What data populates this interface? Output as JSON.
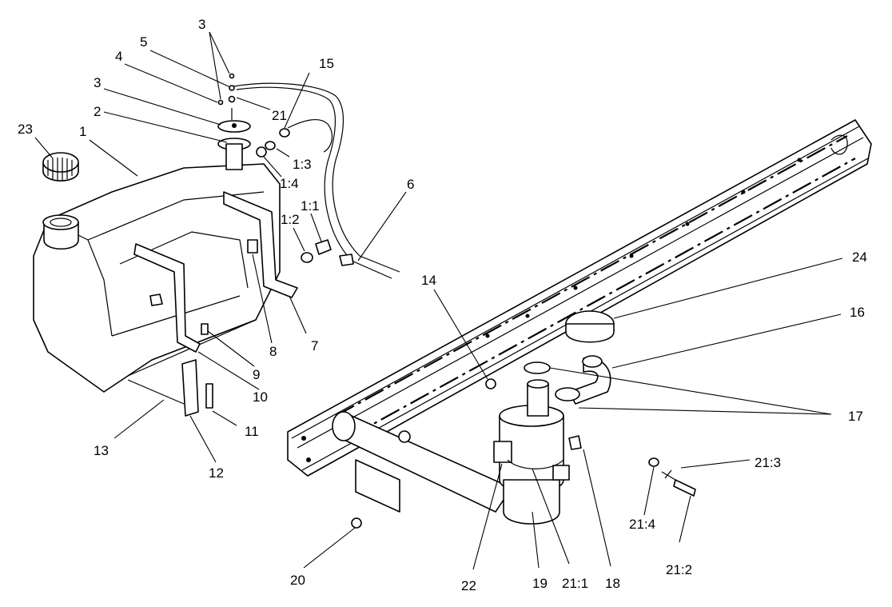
{
  "callouts": [
    {
      "id": "c1",
      "text": "1"
    },
    {
      "id": "c2",
      "text": "2"
    },
    {
      "id": "c3a",
      "text": "3"
    },
    {
      "id": "c3b",
      "text": "3"
    },
    {
      "id": "c4",
      "text": "4"
    },
    {
      "id": "c5",
      "text": "5"
    },
    {
      "id": "c6",
      "text": "6"
    },
    {
      "id": "c7",
      "text": "7"
    },
    {
      "id": "c8",
      "text": "8"
    },
    {
      "id": "c9",
      "text": "9"
    },
    {
      "id": "c10",
      "text": "10"
    },
    {
      "id": "c11",
      "text": "11"
    },
    {
      "id": "c12",
      "text": "12"
    },
    {
      "id": "c13",
      "text": "13"
    },
    {
      "id": "c14",
      "text": "14"
    },
    {
      "id": "c15",
      "text": "15"
    },
    {
      "id": "c16",
      "text": "16"
    },
    {
      "id": "c17",
      "text": "17"
    },
    {
      "id": "c18",
      "text": "18"
    },
    {
      "id": "c19",
      "text": "19"
    },
    {
      "id": "c20",
      "text": "20"
    },
    {
      "id": "c21",
      "text": "21"
    },
    {
      "id": "c22",
      "text": "22"
    },
    {
      "id": "c23",
      "text": "23"
    },
    {
      "id": "c24",
      "text": "24"
    },
    {
      "id": "c1_1",
      "text": "1:1"
    },
    {
      "id": "c1_2",
      "text": "1:2"
    },
    {
      "id": "c1_3",
      "text": "1:3"
    },
    {
      "id": "c1_4",
      "text": "1:4"
    },
    {
      "id": "c21_1",
      "text": "21:1"
    },
    {
      "id": "c21_2",
      "text": "21:2"
    },
    {
      "id": "c21_3",
      "text": "21:3"
    },
    {
      "id": "c21_4",
      "text": "21:4"
    }
  ]
}
